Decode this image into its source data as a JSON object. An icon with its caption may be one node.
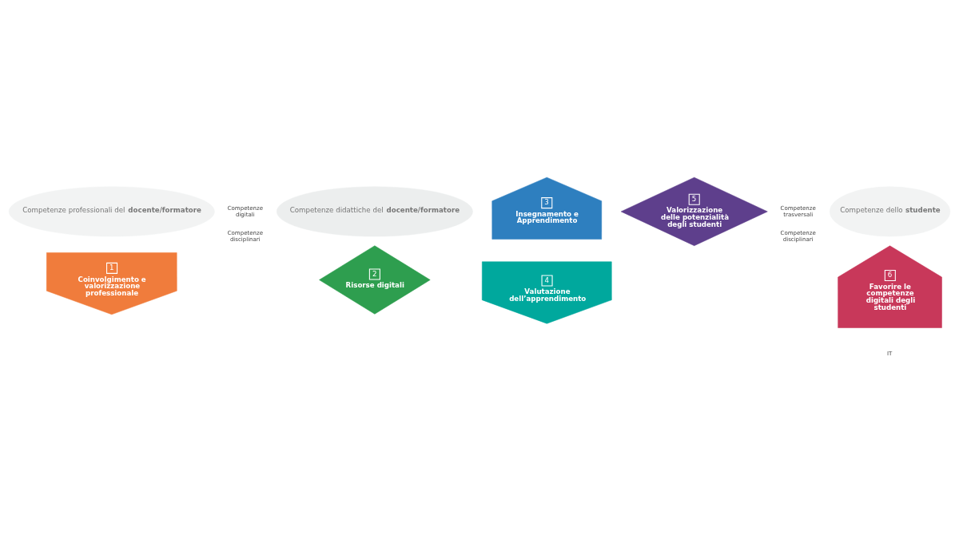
{
  "diagram": {
    "nodes": [
      {
        "text": [
          "Competenze professionali del **docente/formatore**"
        ]
      },
      {
        "text": [
          "Competenze didattiche del **docente/formatore**"
        ]
      },
      {
        "text": [
          "Competenze dello **studente**"
        ]
      },
      {
        "text": [
          "1",
          "Coinvolgimento e valorizzazione professionale"
        ]
      },
      {
        "text": [
          "2",
          "Risorse digitali"
        ]
      },
      {
        "text": [
          "3",
          "Insegnamento e Apprendimento"
        ]
      },
      {
        "text": [
          "4",
          "Valutazione dell’apprendimento"
        ]
      },
      {
        "text": [
          "5",
          "Valorizzazione delle potenzialità degli studenti"
        ]
      },
      {
        "text": [
          "6",
          "Favorire le competenze digitali degli studenti"
        ]
      }
    ],
    "edges": [],
    "labels": [
      "Competenze digitali",
      "Competenze disciplinari",
      "Competenze trasversali",
      "Competenze disciplinari",
      "IT"
    ]
  }
}
